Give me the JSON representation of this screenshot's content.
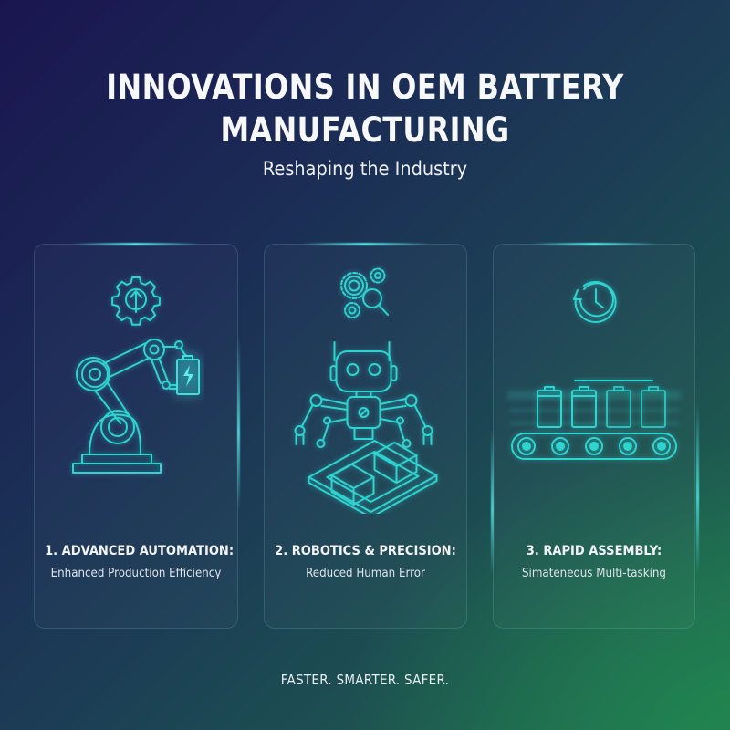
{
  "header": {
    "title": "INNOVATIONS IN OEM BATTERY MANUFACTURING",
    "subtitle": "Reshaping the Industry"
  },
  "cards": [
    {
      "heading": "1. ADVANCED AUTOMATION:",
      "description": "Enhanced Production Efficiency",
      "top_icon": "gear-arrow-up-icon",
      "illustration": "robotic-arm-battery-icon"
    },
    {
      "heading": "2. ROBOTICS & PRECISION:",
      "description": "Reduced Human Error",
      "top_icon": "gears-magnifier-icon",
      "illustration": "robot-assembling-boxes-icon"
    },
    {
      "heading": "3. RAPID ASSEMBLY:",
      "description": "Simateneous Multi-tasking",
      "top_icon": "clock-cycle-icon",
      "illustration": "battery-conveyor-icon"
    }
  ],
  "footer": {
    "tagline": "FASTER. SMARTER. SAFER."
  },
  "colors": {
    "background_top_left": "#1a1550",
    "background_bottom_right": "#1f7a4c",
    "accent": "#2fd3cf",
    "text": "#ffffff"
  }
}
